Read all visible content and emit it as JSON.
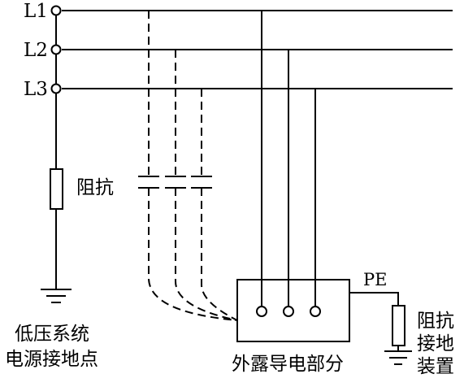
{
  "phases": [
    "L1",
    "L2",
    "L3"
  ],
  "impedance_label": "阻抗",
  "source_label": [
    "低压系统",
    "电源接地点"
  ],
  "pe_label": "PE",
  "exposed_part_label": "外露导电部分",
  "device_label": [
    "阻抗",
    "接地",
    "装置"
  ],
  "colors": {
    "line": "#000000",
    "background": "#ffffff"
  }
}
